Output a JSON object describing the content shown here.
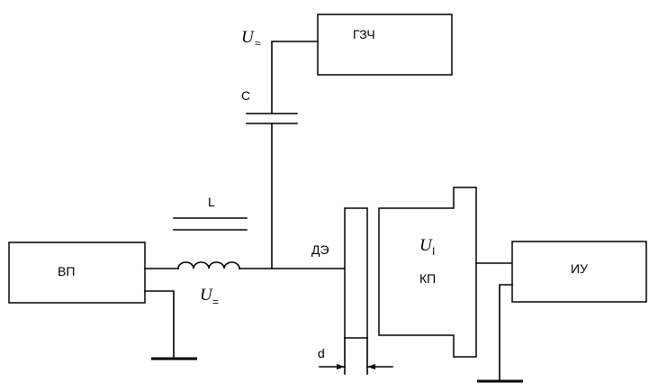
{
  "blocks": {
    "generator": "ГЗЧ",
    "power_source": "ВП",
    "electrode": "ДЭ",
    "probe": "КП",
    "meter": "ИУ"
  },
  "components": {
    "capacitor": "C",
    "inductor": "L"
  },
  "voltages": {
    "ac": {
      "symbol": "U",
      "subscript": "≈"
    },
    "dc": {
      "symbol": "U",
      "subscript": "="
    },
    "probe": {
      "symbol": "U",
      "subscript": "I"
    }
  },
  "dimension": {
    "gap": "d"
  }
}
